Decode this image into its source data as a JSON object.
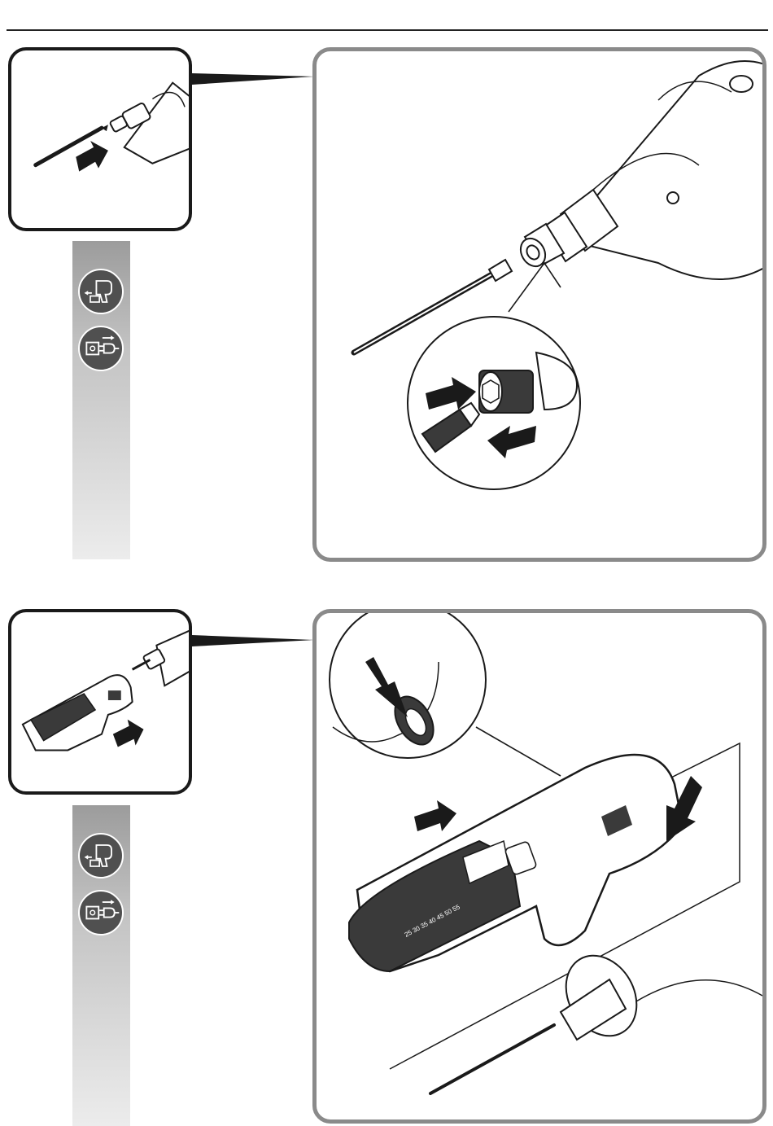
{
  "document": {
    "steps": [
      {
        "thumbnail_icon": "bit-insert-thumbnail",
        "detail_icon": "bit-holder-insert-detail",
        "symbols": [
          "battery-removed-icon",
          "plug-disconnected-icon"
        ]
      },
      {
        "thumbnail_icon": "depth-stop-attachment-thumbnail",
        "detail_icon": "depth-stop-attach-detail",
        "symbols": [
          "battery-removed-icon",
          "plug-disconnected-icon"
        ],
        "depth_scale_label": "25 30 35 40 45 50 55"
      }
    ],
    "colors": {
      "line": "#1a1a1a",
      "panel_border": "#8a8a8a",
      "symbol_fill": "#505050"
    }
  }
}
